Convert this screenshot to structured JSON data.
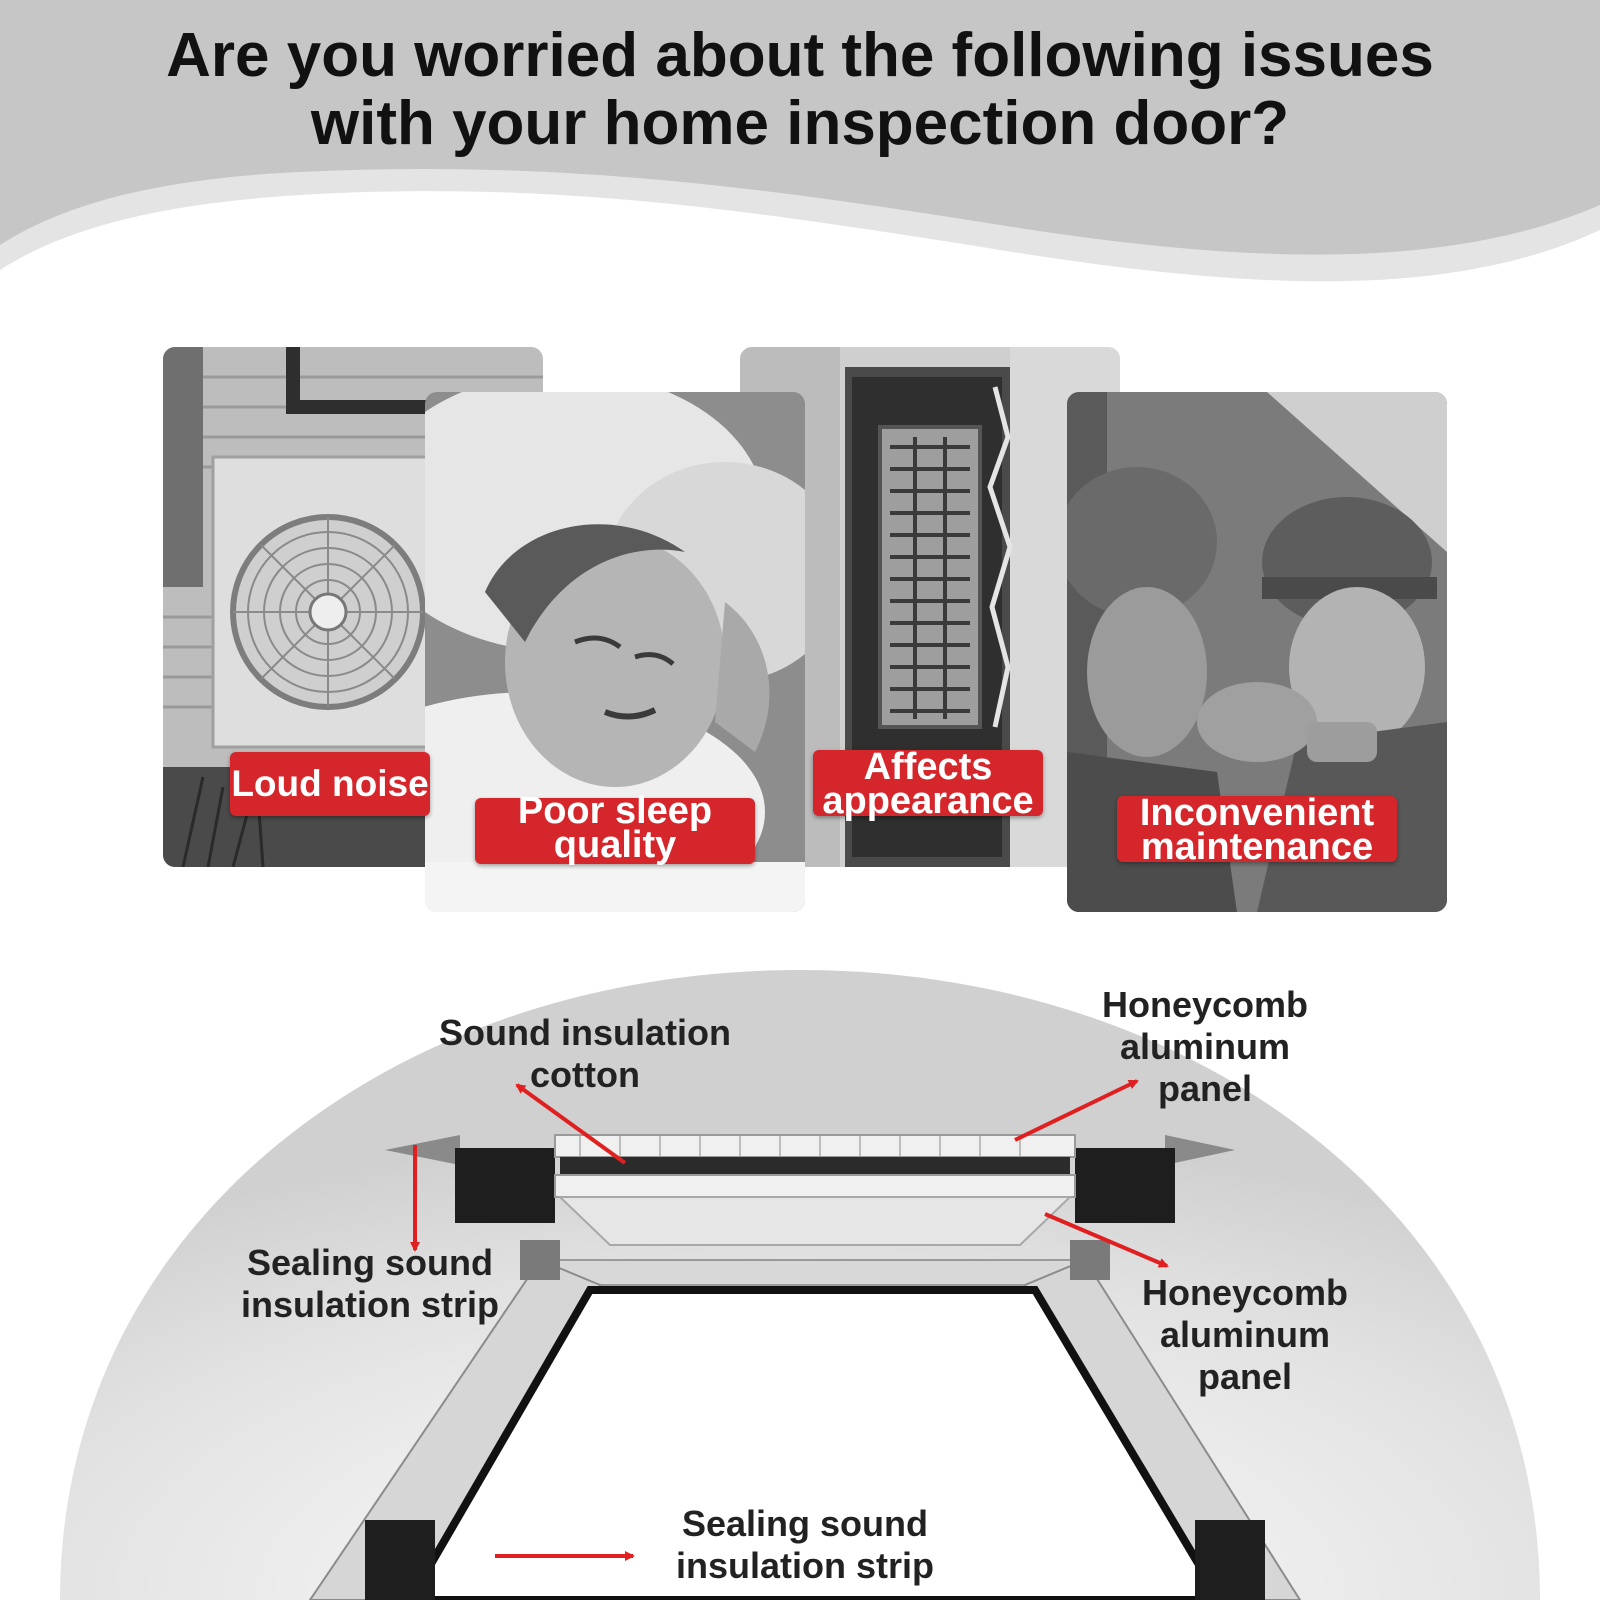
{
  "header": {
    "title_line1": "Are you worried about the following issues",
    "title_line2": "with your home inspection door?"
  },
  "issues": [
    {
      "label_line1": "Loud noise",
      "label_line2": "",
      "photo_icon": "air-conditioner-fan-icon"
    },
    {
      "label_line1": "Poor sleep",
      "label_line2": "quality",
      "photo_icon": "sleeping-person-icon"
    },
    {
      "label_line1": "Affects",
      "label_line2": "appearance",
      "photo_icon": "wall-vent-icon"
    },
    {
      "label_line1": "Inconvenient",
      "label_line2": "maintenance",
      "photo_icon": "workers-helmet-icon"
    }
  ],
  "diagram": {
    "callouts": [
      {
        "line1": "Sound insulation",
        "line2": "cotton",
        "line3": ""
      },
      {
        "line1": "Honeycomb",
        "line2": "aluminum",
        "line3": "panel"
      },
      {
        "line1": "Sealing sound",
        "line2": "insulation strip",
        "line3": ""
      },
      {
        "line1": "Honeycomb",
        "line2": "aluminum",
        "line3": "panel"
      },
      {
        "line1": "Sealing sound",
        "line2": "insulation strip",
        "line3": ""
      }
    ]
  },
  "colors": {
    "label_red": "#d4262b",
    "arrow_red": "#e02020",
    "header_gray": "#c4c4c4",
    "text_dark": "#111111"
  }
}
